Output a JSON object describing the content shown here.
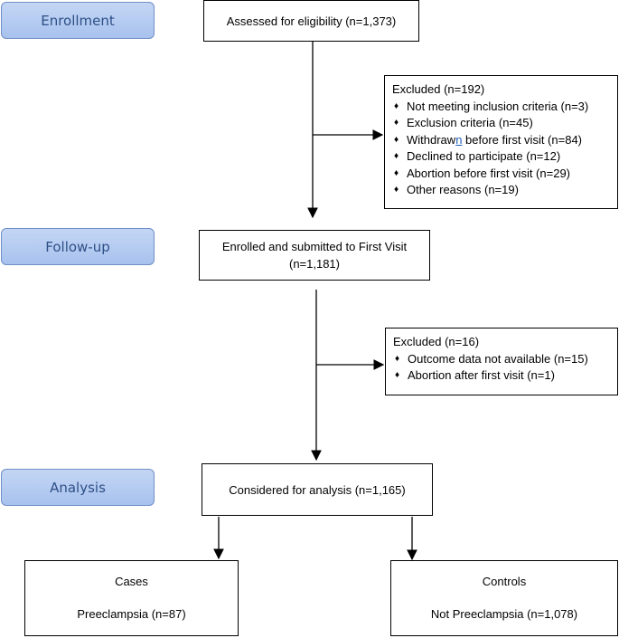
{
  "stages": {
    "enrollment": "Enrollment",
    "followup": "Follow-up",
    "analysis": "Analysis"
  },
  "boxes": {
    "assessed": "Assessed for eligibility (n=1,373)",
    "enrolled_line1": "Enrolled and submitted to First Visit",
    "enrolled_line2": "(n=1,181)",
    "considered": "Considered for analysis (n=1,165)",
    "cases_title": "Cases",
    "cases_detail": "Preeclampsia (n=87)",
    "controls_title": "Controls",
    "controls_detail": "Not Preeclampsia (n=1,078)"
  },
  "excluded1": {
    "title": "Excluded (n=192)",
    "items": [
      "Not meeting inclusion criteria (n=3)",
      "Exclusion criteria (n=45)",
      "Declined to participate (n=12)",
      "Abortion before first visit (n=29)",
      "Other reasons (n=19)"
    ],
    "withdrawn_pre": "Withdraw",
    "withdrawn_u": "n",
    "withdrawn_post": " before first visit (n=84)"
  },
  "excluded2": {
    "title": "Excluded (n=16)",
    "items": [
      "Outcome data not available (n=15)",
      "Abortion after first visit (n=1)"
    ]
  },
  "bullet_glyph": "♦"
}
